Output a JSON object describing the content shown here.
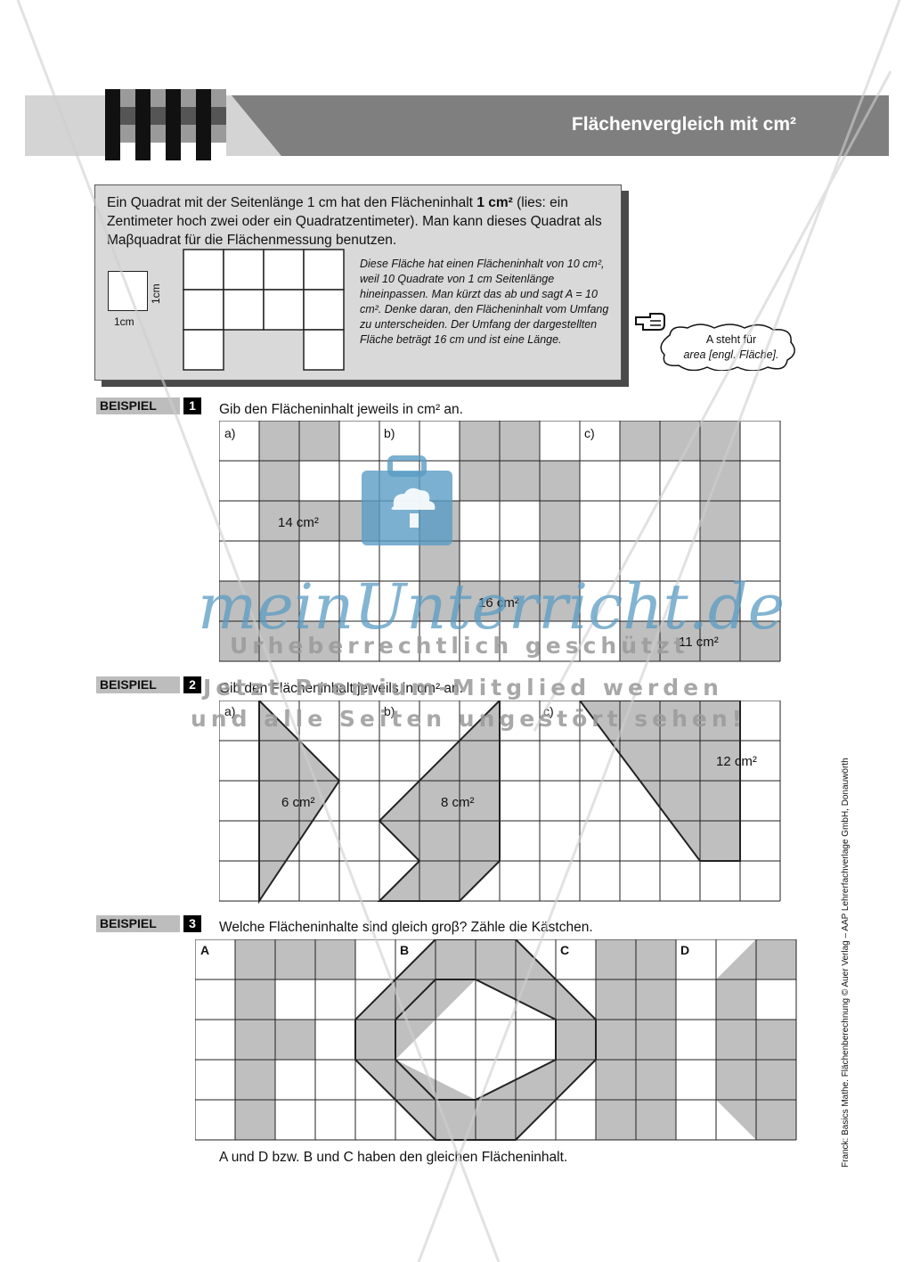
{
  "header": {
    "title": "Flächenvergleich mit cm²"
  },
  "info": {
    "text_1": "Ein Quadrat mit der Seitenlänge 1 cm hat den Flächeninhalt ",
    "text_bold": "1 cm²",
    "text_2": " (lies: ein Zentimeter hoch zwei oder ein Quadratzentimeter). Man kann dieses Quadrat als Maβquadrat für die Flächenmessung benutzen.",
    "unit_label_x": "1cm",
    "unit_label_y": "1cm",
    "note": "Diese Fläche hat einen Flächeninhalt von 10 cm², weil 10 Quadrate von 1 cm Seitenlänge hineinpassen. Man kürzt das ab und sagt A = 10 cm². Denke daran, den Flächeninhalt vom Umfang zu unterscheiden. Der Umfang der dargestellten Fläche beträgt 16 cm und ist eine Länge.",
    "hint_1": "A steht für",
    "hint_2": "area [engl. Fläche]."
  },
  "examples": [
    {
      "label": "BEISPIEL",
      "number": "1",
      "task": "Gib den Flächeninhalt jeweils in cm² an.",
      "parts": [
        "a)",
        "b)",
        "c)"
      ],
      "areas": [
        "14 cm²",
        "16 cm²",
        "11 cm²"
      ]
    },
    {
      "label": "BEISPIEL",
      "number": "2",
      "task": "Gib den Flächeninhalt jeweils in cm² an.",
      "parts": [
        "a)",
        "b)",
        "c)"
      ],
      "areas": [
        "6 cm²",
        "8 cm²",
        "12 cm²"
      ]
    },
    {
      "label": "BEISPIEL",
      "number": "3",
      "task": "Welche Flächeninhalte sind gleich groβ? Zähle die Kästchen.",
      "parts": [
        "A",
        "B",
        "C",
        "D"
      ],
      "answer": "A und D bzw. B und C haben den gleichen Flächeninhalt."
    }
  ],
  "watermark": {
    "brand": "meinUnterricht.de",
    "line_1": "Urheberrechtlich geschützt",
    "line_2": "Jetzt Premium-Mitglied werden",
    "line_3": "und alle Seiten ungestört sehen!"
  },
  "credit": "Franck: Basics Mathe. Flächenberechnung © Auer Verlag – AAP Lehrerfachverlage GmbH, Donauwörth",
  "colors": {
    "shade": "#bfbfbf",
    "title_band": "#7f7f7f",
    "watermark_blue": "#5a9cc4"
  }
}
